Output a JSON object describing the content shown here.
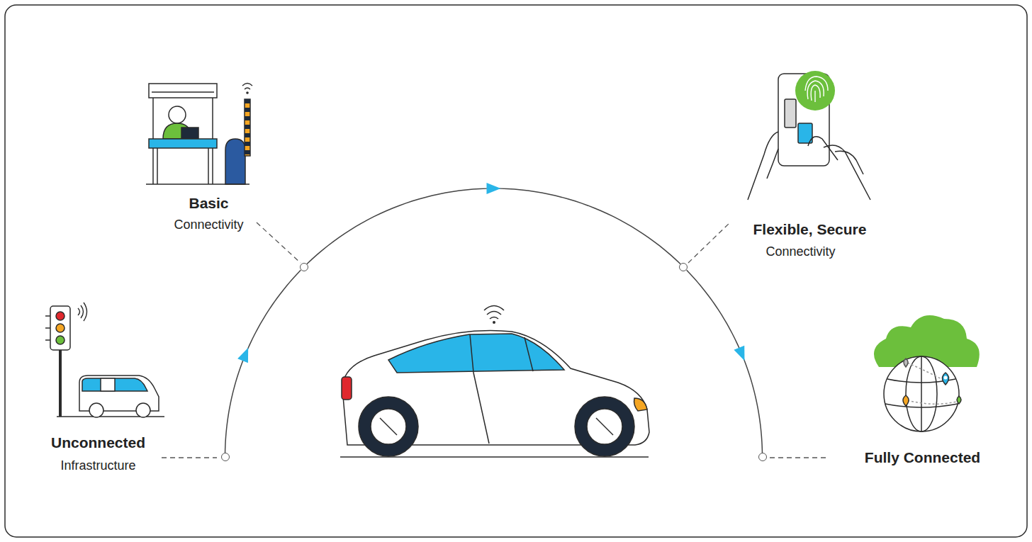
{
  "diagram": {
    "nodes": [
      {
        "text": [
          "Unconnected",
          "Infrastructure"
        ]
      },
      {
        "text": [
          "Basic",
          "Connectivity"
        ]
      },
      {
        "text": [
          "Flexible, Secure",
          "Connectivity"
        ]
      },
      {
        "text": [
          "Fully Connected"
        ]
      }
    ],
    "edges": [
      {
        "from": 0,
        "to": 1,
        "arrow": "to"
      },
      {
        "from": 1,
        "to": 2,
        "arrow": "to"
      },
      {
        "from": 2,
        "to": 3,
        "arrow": "to"
      }
    ]
  }
}
